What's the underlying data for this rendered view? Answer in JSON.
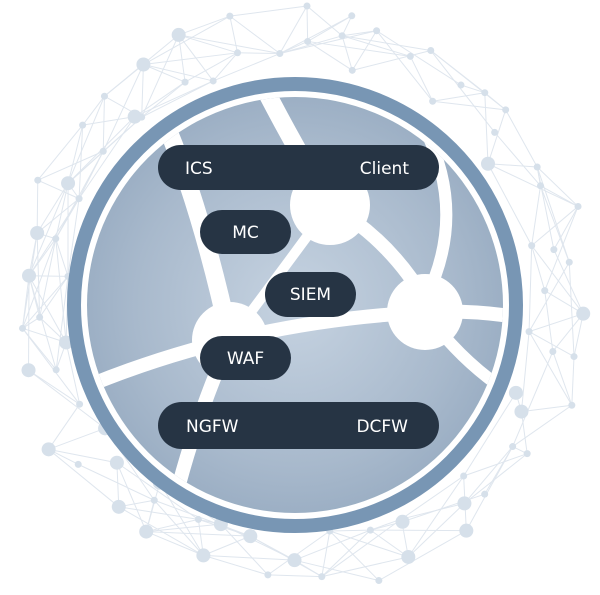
{
  "colors": {
    "mesh": "#dfe6ee",
    "mesh_node": "#d6e0ea",
    "ring": "#7896b4",
    "globe_fill": "#a5b6ca",
    "globe_center": "#c4d1df",
    "roads": "#ffffff",
    "pill": "#263444",
    "pill_text": "#ffffff"
  },
  "labels": {
    "ics": "ICS",
    "client": "Client",
    "mc": "MC",
    "siem": "SIEM",
    "waf": "WAF",
    "ngfw": "NGFW",
    "dcfw": "DCFW"
  }
}
